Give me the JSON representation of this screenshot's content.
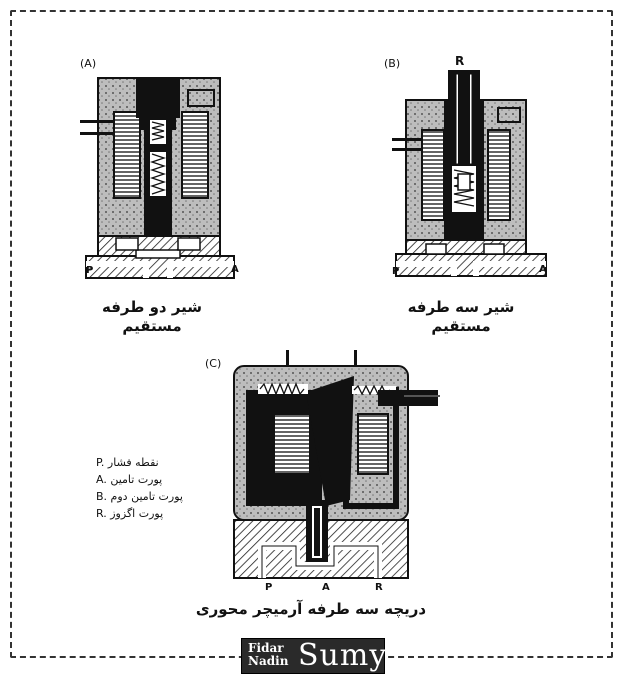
{
  "figures": {
    "a": {
      "tag": "(A)",
      "caption_line1": "شیر دو طرفه",
      "caption_line2": "مستقیم",
      "port_p": "P",
      "port_a": "A"
    },
    "b": {
      "tag": "(B)",
      "top_port": "R",
      "caption_line1": "شیر سه طرفه",
      "caption_line2": "مستقیم",
      "port_p": "P",
      "port_a": "A"
    },
    "c": {
      "tag": "(C)",
      "caption": "دریچه سه طرفه آرمیچر محوری",
      "port_p": "P",
      "port_a": "A",
      "port_r": "R"
    }
  },
  "legend": [
    "P. نقطه فشار",
    "A. پورت تامین",
    "B. پورت تامین دوم",
    "R. پورت اگزوز"
  ],
  "brand": {
    "line1": "Fidar",
    "line2": "Nadin",
    "word": "Sumy"
  }
}
